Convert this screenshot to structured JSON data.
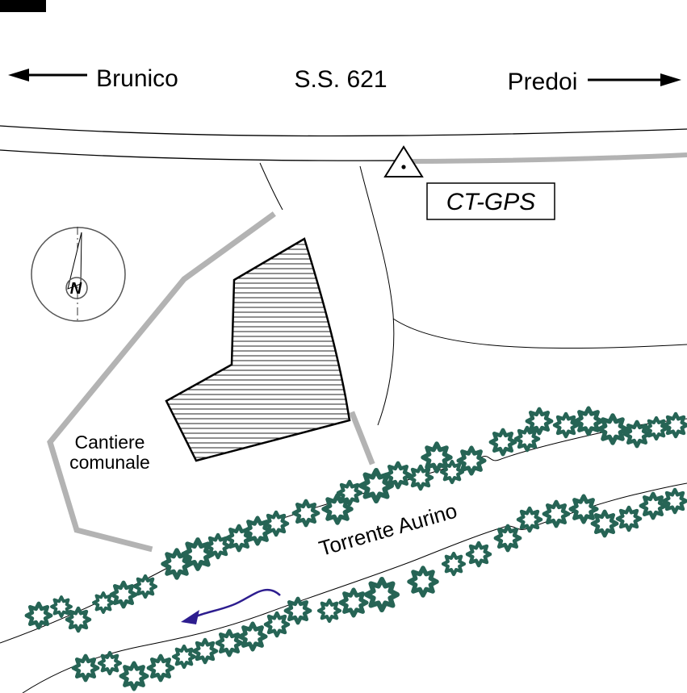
{
  "map": {
    "road": {
      "name": "S.S. 621",
      "left_destination": "Brunico",
      "right_destination": "Predoi"
    },
    "station": {
      "label": "CT-GPS"
    },
    "compass": {
      "label": "N"
    },
    "site": {
      "label_line1": "Cantiere",
      "label_line2": "comunale"
    },
    "river": {
      "name": "Torrente Aurino"
    },
    "colors": {
      "tree_green": "#266455",
      "fence_gray": "#b3b3b3",
      "flow_arrow": "#2d1d8f",
      "outline": "#000000"
    },
    "trees": {
      "upper_bank": [
        [
          48,
          763,
          1.5
        ],
        [
          76,
          752,
          1.2
        ],
        [
          97,
          768,
          1.4
        ],
        [
          128,
          747,
          1.2
        ],
        [
          153,
          737,
          1.5
        ],
        [
          180,
          727,
          1.3
        ],
        [
          219,
          699,
          1.7
        ],
        [
          245,
          687,
          1.8
        ],
        [
          270,
          677,
          1.4
        ],
        [
          296,
          667,
          1.5
        ],
        [
          319,
          658,
          1.6
        ],
        [
          342,
          649,
          1.4
        ],
        [
          379,
          636,
          1.5
        ],
        [
          418,
          631,
          1.7
        ],
        [
          433,
          611,
          1.4
        ],
        [
          466,
          602,
          1.9
        ],
        [
          493,
          589,
          1.5
        ],
        [
          521,
          592,
          1.4
        ],
        [
          541,
          567,
          1.7
        ],
        [
          560,
          585,
          1.3
        ],
        [
          584,
          571,
          1.6
        ],
        [
          623,
          548,
          1.5
        ],
        [
          653,
          544,
          1.4
        ],
        [
          668,
          522,
          1.5
        ],
        [
          701,
          527,
          1.4
        ],
        [
          729,
          522,
          1.6
        ],
        [
          759,
          532,
          1.7
        ],
        [
          789,
          538,
          1.5
        ],
        [
          813,
          531,
          1.3
        ],
        [
          837,
          527,
          1.4
        ]
      ],
      "lower_bank": [
        [
          106,
          828,
          1.5
        ],
        [
          136,
          822,
          1.3
        ],
        [
          166,
          838,
          1.6
        ],
        [
          199,
          828,
          1.5
        ],
        [
          228,
          814,
          1.3
        ],
        [
          254,
          807,
          1.4
        ],
        [
          284,
          797,
          1.5
        ],
        [
          313,
          789,
          1.6
        ],
        [
          343,
          774,
          1.4
        ],
        [
          369,
          757,
          1.5
        ],
        [
          408,
          757,
          1.3
        ],
        [
          438,
          747,
          1.6
        ],
        [
          473,
          737,
          1.9
        ],
        [
          524,
          721,
          1.7
        ],
        [
          562,
          699,
          1.3
        ],
        [
          593,
          687,
          1.4
        ],
        [
          629,
          667,
          1.5
        ],
        [
          656,
          644,
          1.4
        ],
        [
          689,
          637,
          1.5
        ],
        [
          723,
          631,
          1.6
        ],
        [
          749,
          649,
          1.5
        ],
        [
          779,
          643,
          1.4
        ],
        [
          809,
          627,
          1.5
        ],
        [
          836,
          621,
          1.4
        ]
      ]
    }
  }
}
